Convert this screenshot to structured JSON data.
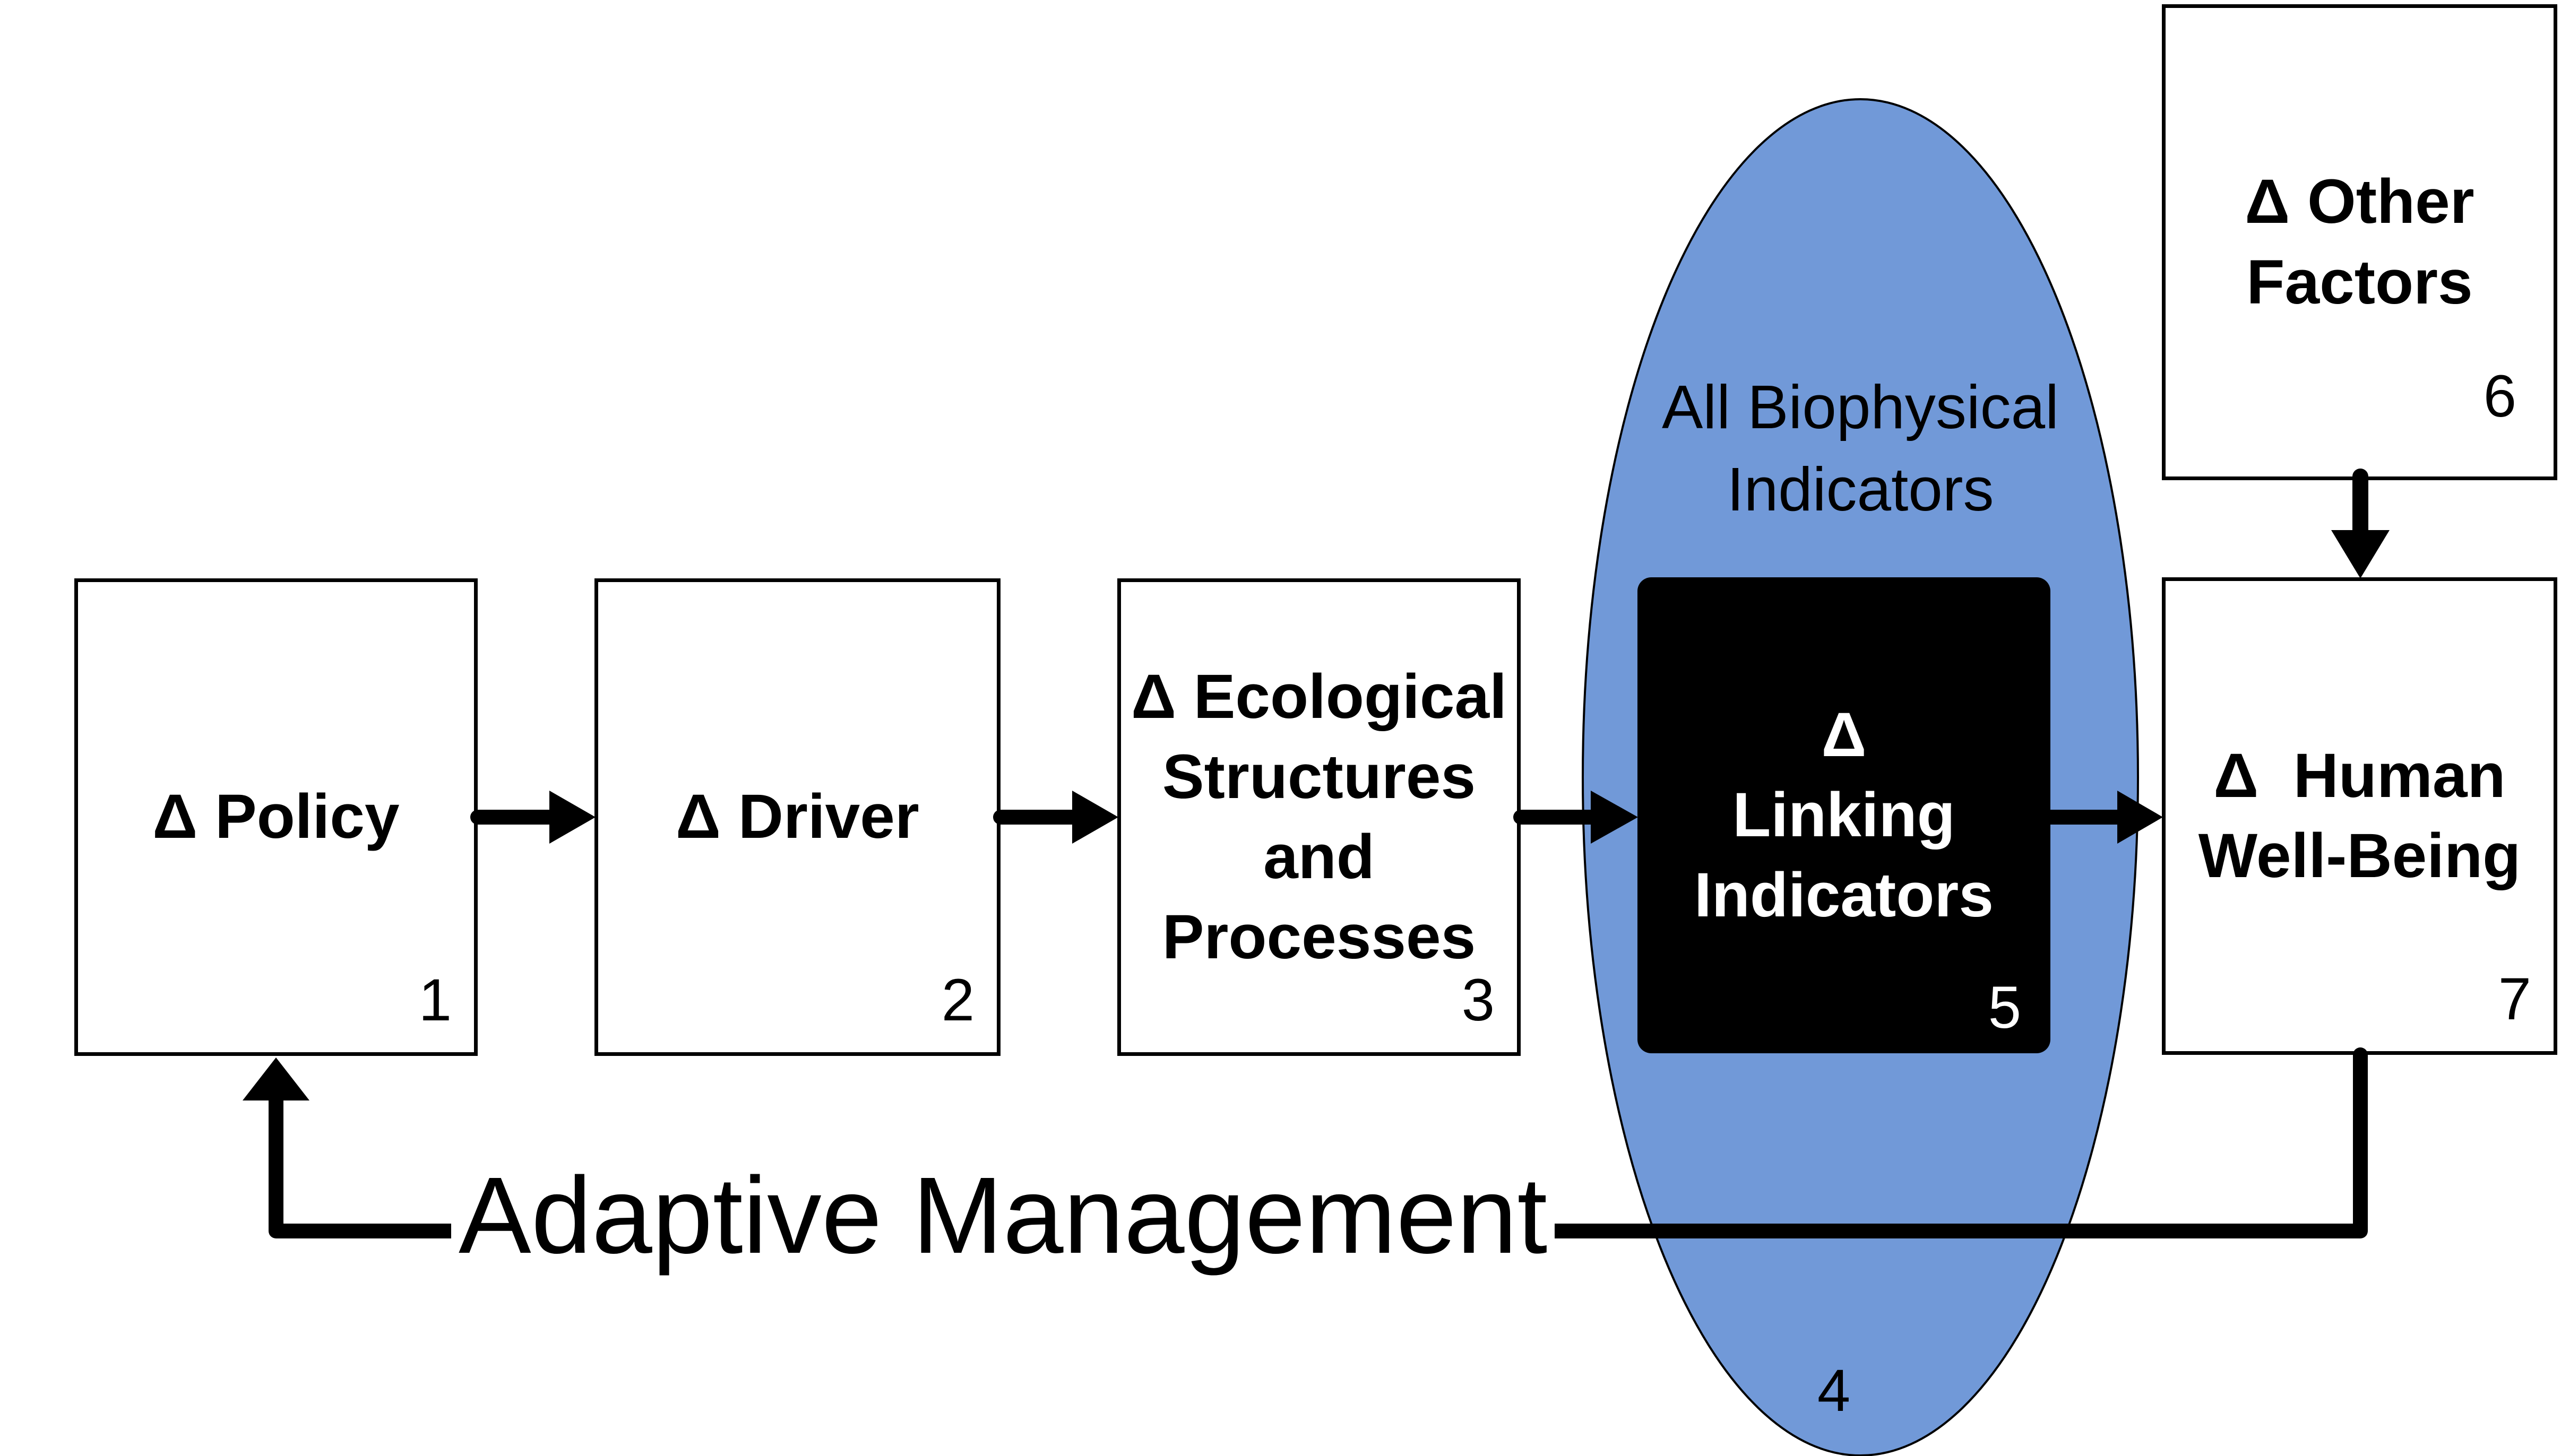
{
  "boxes": {
    "policy": {
      "label": "Δ Policy",
      "number": "1"
    },
    "driver": {
      "label": "Δ Driver",
      "number": "2"
    },
    "ecological": {
      "label": "Δ Ecological\nStructures\nand\nProcesses",
      "number": "3"
    },
    "linking": {
      "label": "Δ\nLinking\nIndicators",
      "number": "5"
    },
    "other_factors": {
      "label": "Δ Other\nFactors",
      "number": "6"
    },
    "human_well_being": {
      "label": "Δ  Human\nWell-Being",
      "number": "7"
    }
  },
  "ellipse": {
    "label": "All Biophysical\nIndicators",
    "number": "4"
  },
  "feedback": {
    "label": "Adaptive Management"
  },
  "colors": {
    "ellipse_fill": "#7199d8",
    "ellipse_stroke": "#000000",
    "box_fill": "#ffffff",
    "box_border": "#000000",
    "linking_box_fill": "#000000",
    "linking_box_text": "#ffffff",
    "arrow": "#000000"
  }
}
